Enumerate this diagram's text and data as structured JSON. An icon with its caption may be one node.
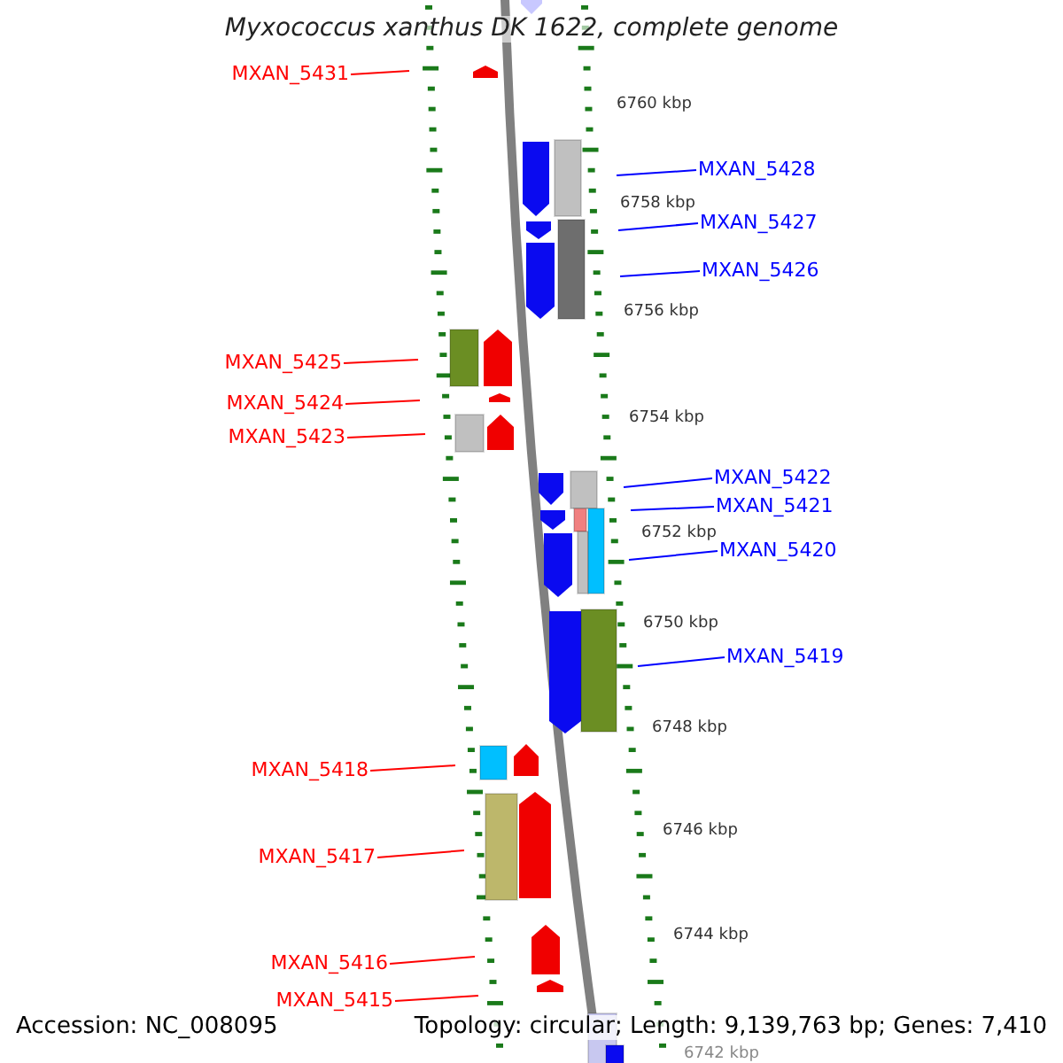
{
  "diagram": {
    "title": "Myxococcus xanthus DK 1622, complete genome",
    "nodes": [
      {
        "text": [
          "MXAN_5431"
        ]
      },
      {
        "text": [
          "MXAN_5428"
        ]
      },
      {
        "text": [
          "MXAN_5427"
        ]
      },
      {
        "text": [
          "MXAN_5426"
        ]
      },
      {
        "text": [
          "MXAN_5425"
        ]
      },
      {
        "text": [
          "MXAN_5424"
        ]
      },
      {
        "text": [
          "MXAN_5423"
        ]
      },
      {
        "text": [
          "MXAN_5422"
        ]
      },
      {
        "text": [
          "MXAN_5421"
        ]
      },
      {
        "text": [
          "MXAN_5420"
        ]
      },
      {
        "text": [
          "MXAN_5419"
        ]
      },
      {
        "text": [
          "MXAN_5418"
        ]
      },
      {
        "text": [
          "MXAN_5417"
        ]
      },
      {
        "text": [
          "MXAN_5416"
        ]
      },
      {
        "text": [
          "MXAN_5415"
        ]
      }
    ],
    "edges": [
      {
        "from": 0,
        "to": null,
        "arrow": "none"
      },
      {
        "from": 1,
        "to": null,
        "arrow": "none",
        "color": "#0000ff"
      },
      {
        "from": 2,
        "to": null,
        "arrow": "none",
        "color": "#0000ff"
      },
      {
        "from": 3,
        "to": null,
        "arrow": "none",
        "color": "#0000ff"
      },
      {
        "from": 4,
        "to": null,
        "arrow": "none"
      },
      {
        "from": 5,
        "to": null,
        "arrow": "none"
      },
      {
        "from": 6,
        "to": null,
        "arrow": "none"
      },
      {
        "from": 7,
        "to": null,
        "arrow": "none",
        "color": "#0000ff"
      },
      {
        "from": 8,
        "to": null,
        "arrow": "none",
        "color": "#0000ff"
      },
      {
        "from": 9,
        "to": null,
        "arrow": "none",
        "color": "#0000ff"
      },
      {
        "from": 10,
        "to": null,
        "arrow": "none",
        "color": "#0000ff"
      },
      {
        "from": 11,
        "to": null,
        "arrow": "none"
      },
      {
        "from": 12,
        "to": null,
        "arrow": "none"
      },
      {
        "from": 13,
        "to": null,
        "arrow": "none"
      },
      {
        "from": 14,
        "to": null,
        "arrow": "none"
      }
    ],
    "labels": [
      "6760 kbp",
      "6758 kbp",
      "6756 kbp",
      "6754 kbp",
      "6752 kbp",
      "6750 kbp",
      "6748 kbp",
      "6746 kbp",
      "6744 kbp",
      "6742 kbp",
      "Accession: NC_008095",
      "Topology: circular; Length: 9,139,763 bp; Genes: 7,410"
    ]
  }
}
